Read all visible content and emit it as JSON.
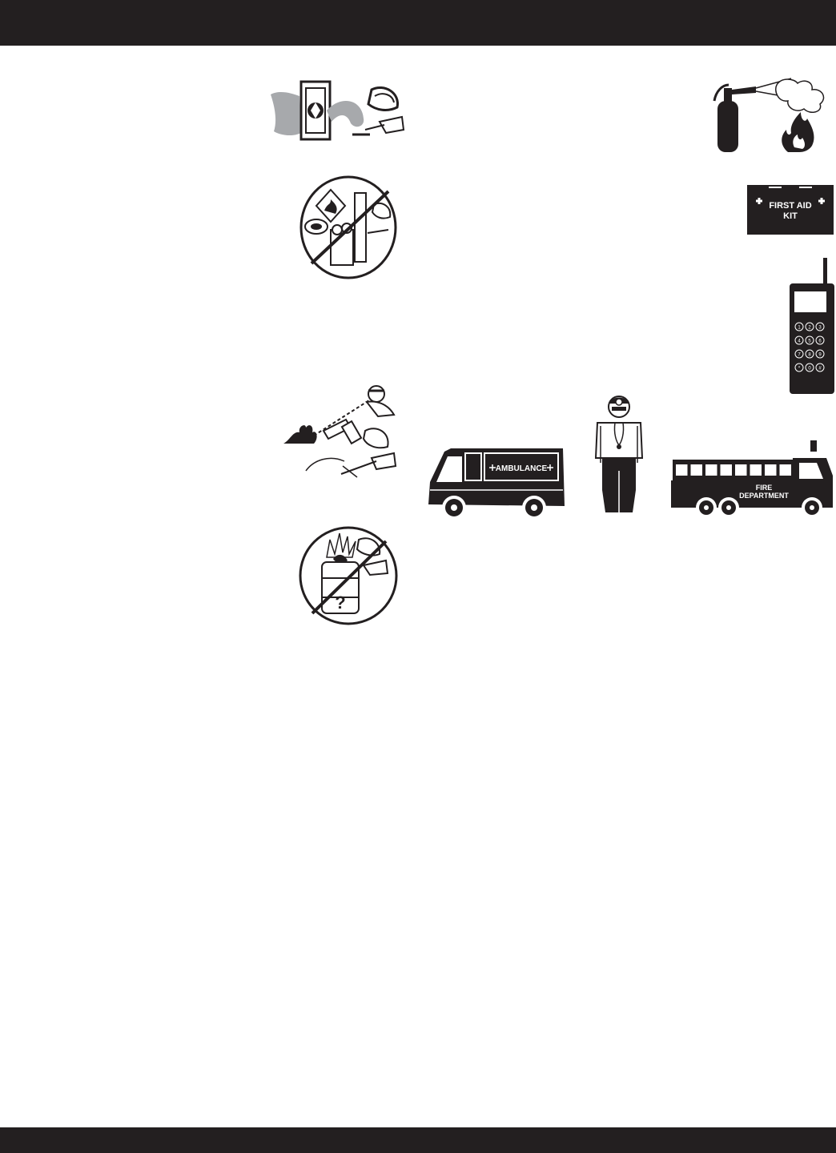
{
  "page": {
    "colors": {
      "bar": "#231f20",
      "ink": "#231f20",
      "paper": "#ffffff",
      "smoke": "#a7a9ac"
    }
  },
  "illustrations": {
    "ventilation": {
      "icon": "ventilation-fan-welding-icon"
    },
    "no_flammables": {
      "icon": "no-flammables-near-welding-icon"
    },
    "fire_watch": {
      "icon": "fire-watch-extinguisher-icon"
    },
    "no_drum_welding": {
      "icon": "no-welding-on-drums-icon"
    },
    "extinguisher": {
      "icon": "fire-extinguisher-icon"
    },
    "first_aid": {
      "icon": "first-aid-kit-icon",
      "label_line1": "FIRST AID",
      "label_line2": "KIT"
    },
    "phone": {
      "icon": "mobile-phone-icon",
      "keys": [
        "1",
        "2",
        "3",
        "4",
        "5",
        "6",
        "7",
        "8",
        "9",
        "*",
        "0",
        "#"
      ]
    },
    "ambulance": {
      "icon": "ambulance-icon",
      "label": "AMBULANCE"
    },
    "doctor": {
      "icon": "doctor-icon"
    },
    "fire_truck": {
      "icon": "fire-truck-icon",
      "label_line1": "FIRE",
      "label_line2": "DEPARTMENT"
    },
    "drum_mark": "?"
  }
}
